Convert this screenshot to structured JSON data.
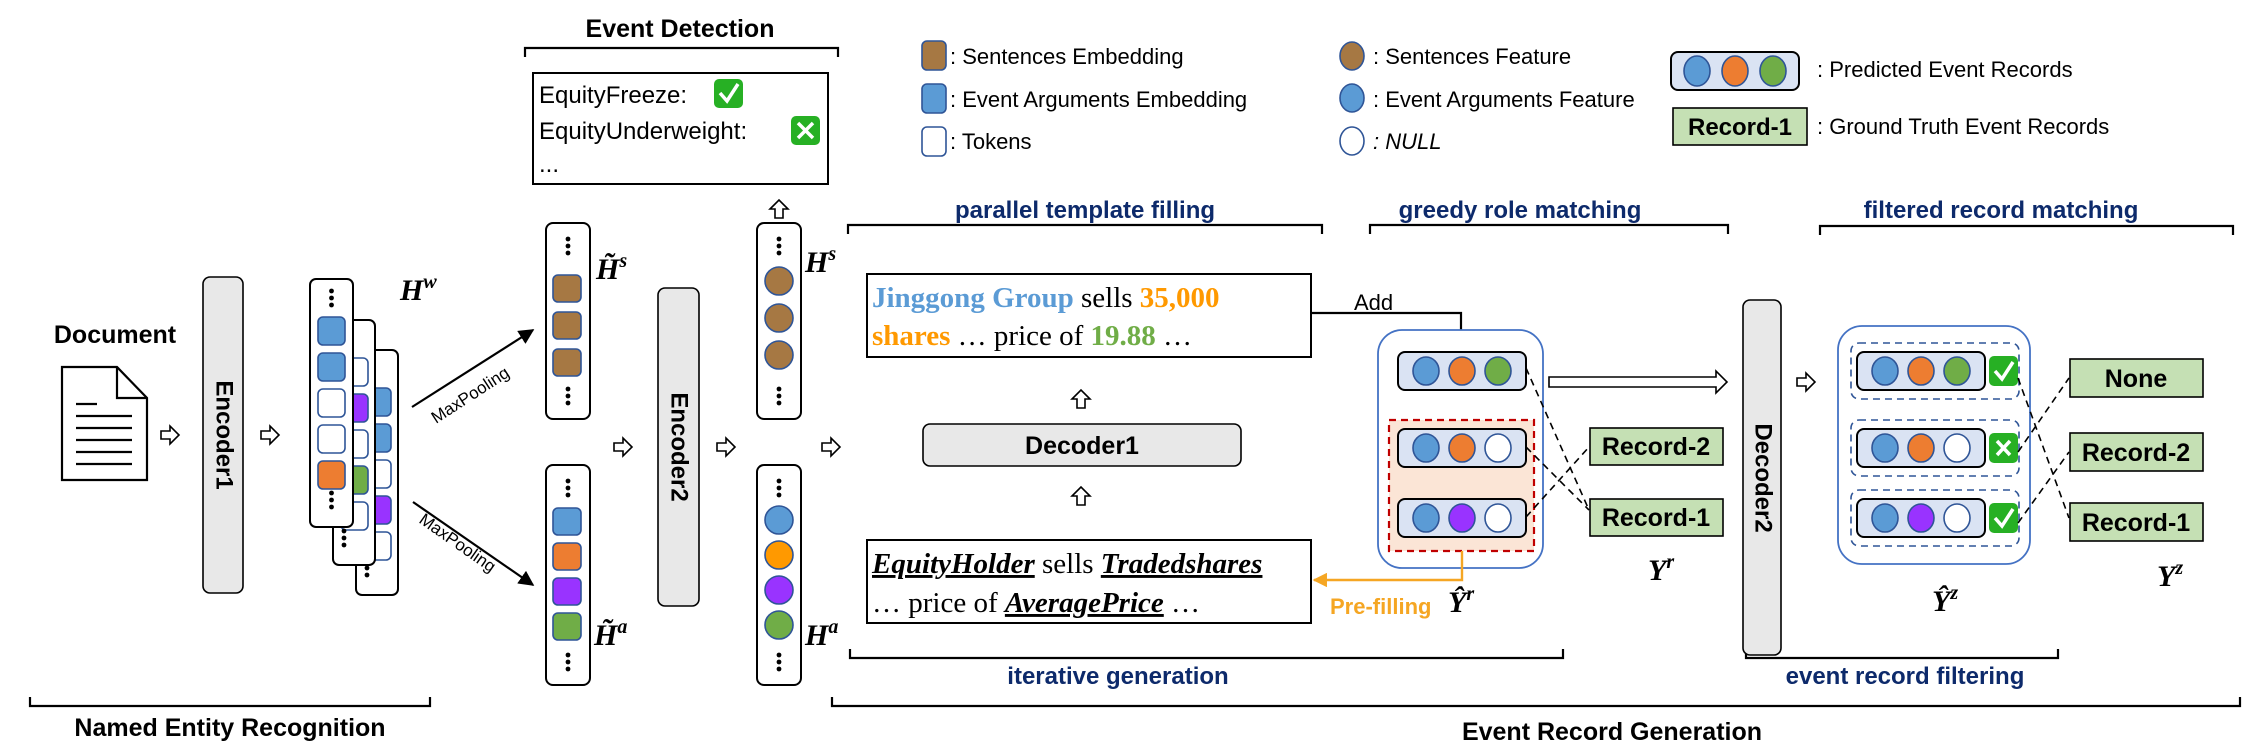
{
  "colors": {
    "sentence": "#A67843",
    "arg_blue": "#5B9BD5",
    "arg_orange": "#ED7D31",
    "arg_orange_feature": "#FF9900",
    "arg_purple": "#9933FF",
    "arg_green": "#70AD47",
    "token_border": "#2F5597",
    "encoder_fill": "#E8E8E8",
    "record_fill": "#C5E0B4",
    "pred_fill": "#DAE3F3",
    "group_border": "#4472C4",
    "prefill_fill": "#FBE5D6",
    "prefill_border": "#C00000",
    "navy_text": "#0D2A6B",
    "prefill_orange": "#F5A623",
    "check_green": "#27B024",
    "text_blue": "#5B9BD5",
    "text_orange": "#FF9900",
    "text_green": "#70AD47"
  },
  "sections": {
    "ner": "Named Entity Recognition",
    "event_detection": "Event Detection",
    "event_record_generation": "Event Record Generation",
    "parallel_template_filling": "parallel template filling",
    "greedy_role_matching": "greedy role matching",
    "filtered_record_matching": "filtered record matching",
    "iterative_generation": "iterative generation",
    "event_record_filtering": "event record filtering"
  },
  "input": {
    "document_label": "Document",
    "document_icon": "document-icon"
  },
  "modules": {
    "encoder1": "Encoder1",
    "encoder2": "Encoder2",
    "decoder1": "Decoder1",
    "decoder2": "Decoder2"
  },
  "edges": {
    "maxpool_top": "MaxPooling",
    "maxpool_bottom": "MaxPooling",
    "add": "Add",
    "prefilling": "Pre-filling"
  },
  "symbols": {
    "Hw": {
      "base": "H",
      "sup": "w"
    },
    "Hs_tilde": {
      "base": "H̃",
      "sup": "s"
    },
    "Ha_tilde": {
      "base": "H̃",
      "sup": "a"
    },
    "Hs": {
      "base": "H",
      "sup": "s"
    },
    "Ha": {
      "base": "H",
      "sup": "a"
    },
    "Yr_hat": {
      "base": "Ŷ",
      "sup": "r"
    },
    "Yr": {
      "base": "Y",
      "sup": "r"
    },
    "Yz_hat": {
      "base": "Ŷ",
      "sup": "z"
    },
    "Yz": {
      "base": "Y",
      "sup": "z"
    }
  },
  "event_detection_box": {
    "items": [
      {
        "label": "EquityFreeze:",
        "status": "check"
      },
      {
        "label": "EquityUnderweight:",
        "status": "cross"
      }
    ],
    "ellipsis": "..."
  },
  "legend": {
    "items": [
      {
        "shape": "square",
        "color_key": "sentence",
        "label": ": Sentences Embedding"
      },
      {
        "shape": "square",
        "color_key": "arg_blue",
        "label": ": Event Arguments Embedding"
      },
      {
        "shape": "square",
        "color_key": "none",
        "label": ": Tokens"
      },
      {
        "shape": "circle",
        "color_key": "sentence",
        "label": ": Sentences Feature"
      },
      {
        "shape": "circle",
        "color_key": "arg_blue",
        "label": ": Event Arguments Feature"
      },
      {
        "shape": "circle",
        "color_key": "none",
        "label": ": NULL"
      }
    ],
    "predicted_label": ": Predicted Event Records",
    "ground_truth_sample": "Record-1",
    "ground_truth_label": ": Ground Truth Event Records"
  },
  "filled_sentence": {
    "segments_line1": [
      {
        "text": "Jinggong Group",
        "color_key": "text_blue",
        "bold": true
      },
      {
        "text": " sells ",
        "color_key": "black",
        "bold": false
      },
      {
        "text": "35,000",
        "color_key": "text_orange",
        "bold": true
      }
    ],
    "segments_line2": [
      {
        "text": "shares",
        "color_key": "text_orange",
        "bold": true
      },
      {
        "text": " … price of ",
        "color_key": "black",
        "bold": false
      },
      {
        "text": "19.88",
        "color_key": "text_green",
        "bold": true
      },
      {
        "text": " …",
        "color_key": "black",
        "bold": false
      }
    ]
  },
  "template_sentence": {
    "line1": [
      {
        "text": "EquityHolder",
        "role": true
      },
      {
        "text": " sells ",
        "role": false
      },
      {
        "text": "Tradedshares",
        "role": true
      }
    ],
    "line2": [
      {
        "text": "… price of ",
        "role": false
      },
      {
        "text": "AveragePrice",
        "role": true
      },
      {
        "text": "  …",
        "role": false
      }
    ]
  },
  "greedy_matching": {
    "predicted": [
      [
        "arg_blue",
        "arg_orange",
        "arg_green"
      ],
      [
        "arg_blue",
        "arg_orange",
        "null"
      ],
      [
        "arg_blue",
        "arg_purple",
        "null"
      ]
    ],
    "ground_truth": [
      "Record-2",
      "Record-1"
    ]
  },
  "filtered_matching": {
    "predicted": [
      {
        "args": [
          "arg_blue",
          "arg_orange",
          "arg_green"
        ],
        "status": "check"
      },
      {
        "args": [
          "arg_blue",
          "arg_orange",
          "null"
        ],
        "status": "cross"
      },
      {
        "args": [
          "arg_blue",
          "arg_purple",
          "null"
        ],
        "status": "check"
      }
    ],
    "ground_truth": [
      "None",
      "Record-2",
      "Record-1"
    ]
  },
  "hw_stacks": [
    [
      "arg_blue",
      "arg_blue",
      "null",
      "null",
      "arg_orange"
    ],
    [
      "null",
      "arg_purple",
      "null",
      "arg_green",
      "null"
    ],
    [
      "arg_blue",
      "arg_blue",
      "null",
      "arg_purple",
      "null"
    ]
  ],
  "hs_tilde_cells": [
    "sentence",
    "sentence",
    "sentence"
  ],
  "ha_tilde_cells": [
    "arg_blue",
    "arg_orange",
    "arg_purple",
    "arg_green"
  ],
  "hs_cells": [
    "sentence",
    "sentence",
    "sentence"
  ],
  "ha_cells": [
    "arg_blue",
    "arg_orange_feature",
    "arg_purple",
    "arg_green"
  ]
}
